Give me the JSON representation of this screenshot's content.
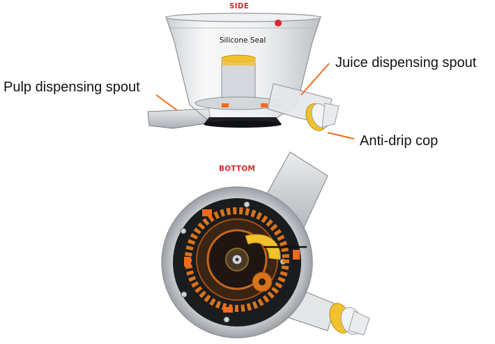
{
  "sections": {
    "side": "SIDE",
    "bottom": "BOTTOM"
  },
  "labels": {
    "silicone_seal": "Silicone Seal",
    "juice_spout": "Juice dispensing spout",
    "pulp_spout": "Pulp dispensing spout",
    "anti_drip": "Anti-drip cop"
  },
  "colors": {
    "accent_red": "#e0252b",
    "leader_orange": "#f26a1b",
    "seal_yellow": "#f2c12e",
    "gear_orange": "#d9731c",
    "bowl_tint": "#c9ccd0"
  }
}
